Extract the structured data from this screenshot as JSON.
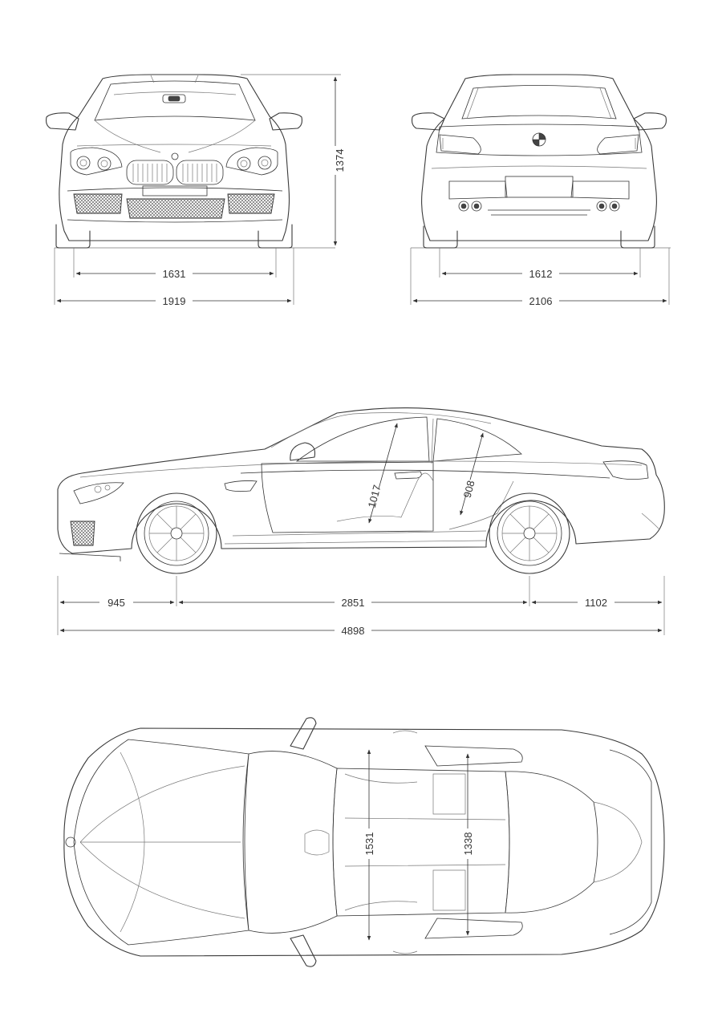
{
  "dimensions": {
    "front_height": "1374",
    "front_track": "1631",
    "front_width": "1919",
    "rear_track": "1612",
    "rear_width_mirrors": "2106",
    "front_overhang": "945",
    "wheelbase": "2851",
    "rear_overhang": "1102",
    "overall_length": "4898",
    "front_headroom": "1017",
    "rear_headroom": "908",
    "front_shoulder": "1531",
    "rear_shoulder": "1338"
  },
  "colors": {
    "line": "#3a3a3a",
    "background": "#ffffff"
  }
}
